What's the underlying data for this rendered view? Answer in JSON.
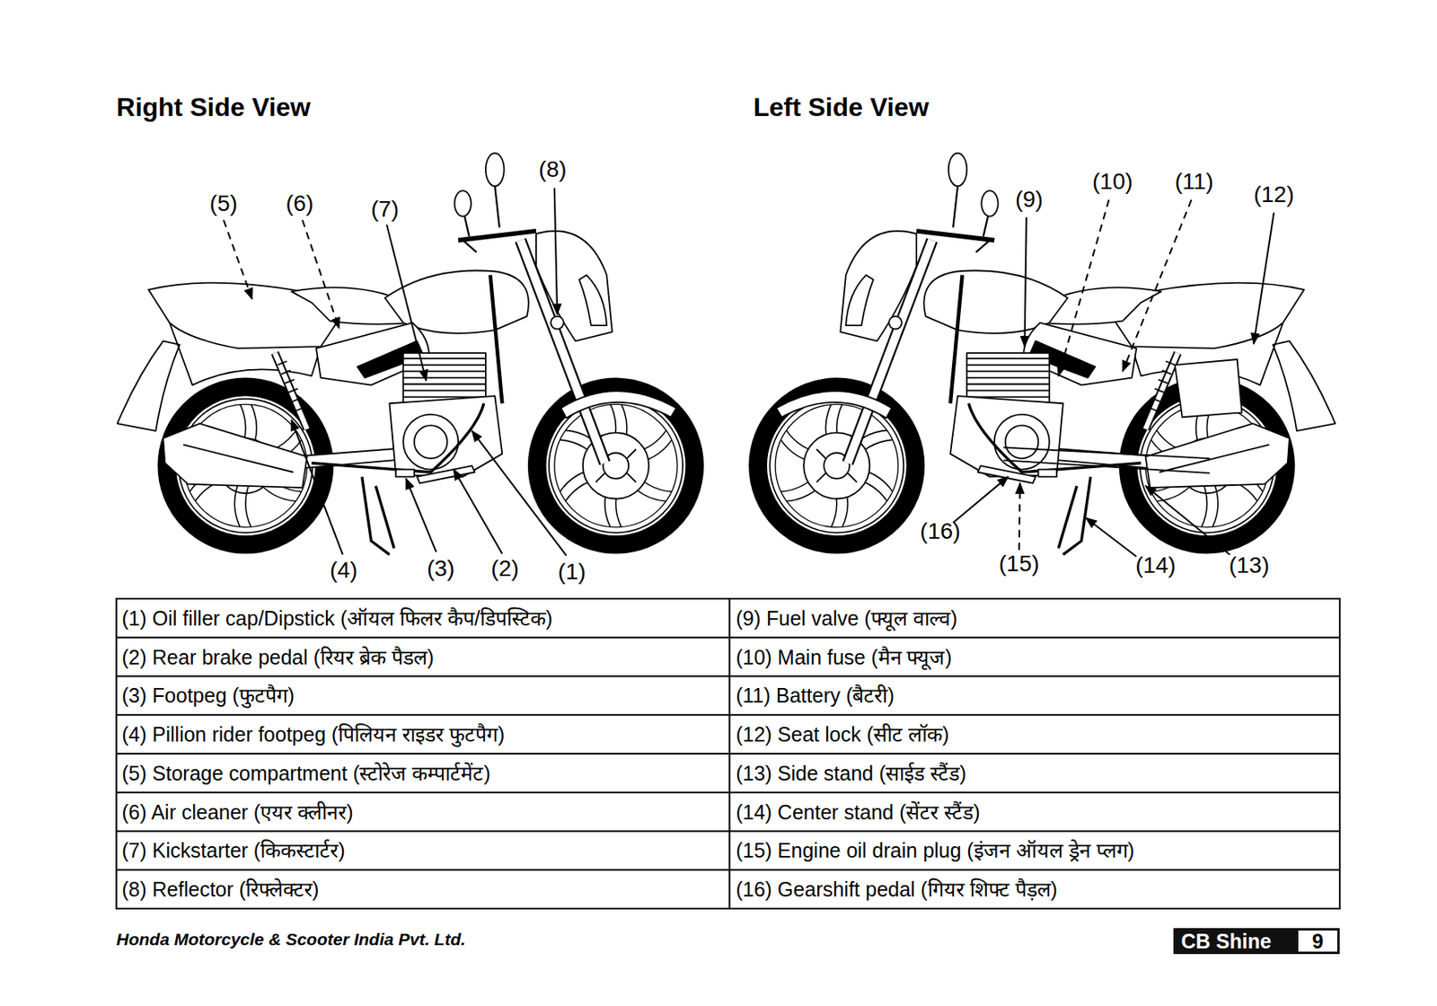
{
  "diagram": {
    "nodes": [
      {
        "text": [
          "CB Shine"
        ]
      },
      {
        "text": [
          "9"
        ],
        "in": 0
      }
    ],
    "labels": [
      "Right Side View",
      "Left Side View",
      "(5)",
      "(6)",
      "(7)",
      "(8)",
      "(4)",
      "(3)",
      "(2)",
      "(1)",
      "(9)",
      "(10)",
      "(11)",
      "(12)",
      "(16)",
      "(15)",
      "(14)",
      "(13)",
      "(1) Oil filler cap/Dipstick (ऑयल फिलर कैप/डिपस्टिक)",
      "(9) Fuel valve (फ्यूल वाल्व)",
      "(2) Rear brake pedal (रियर ब्रेक पैडल)",
      "(10) Main fuse (मैन फ्यूज)",
      "(3) Footpeg (फुटपैग)",
      "(11) Battery (बैटरी)",
      "(4) Pillion rider footpeg (पिलियन राइडर फुटपैग)",
      "(12) Seat lock (सीट लॉक)",
      "(5) Storage compartment (स्टोरेज कम्पार्टमेंट)",
      "(13) Side stand (साईड स्टैंड)",
      "(6) Air cleaner (एयर क्लीनर)",
      "(14) Center stand (सेंटर स्टैंड)",
      "(7) Kickstarter (किकस्टार्टर)",
      "(15) Engine oil drain plug (इंजन ऑयल ड्रेन प्लग)",
      "(8) Reflector (रिफ्लेक्टर)",
      "(16) Gearshift pedal (गियर शिफ्ट पैड़ल)",
      "Honda Motorcycle & Scooter India Pvt. Ltd."
    ]
  }
}
